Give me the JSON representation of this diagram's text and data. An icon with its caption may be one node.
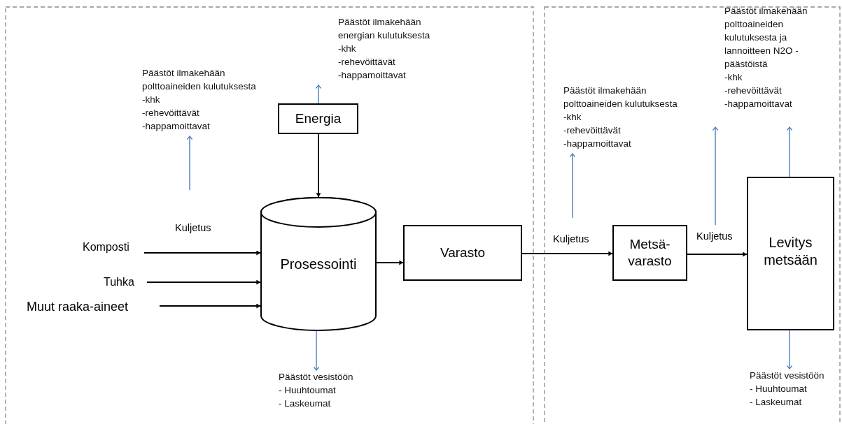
{
  "diagram": {
    "nodes": [
      {
        "text": [
          "Päästöt ilmakehään polttoaineiden kulutuksesta",
          "-khk",
          "-rehevöittävät",
          "-happamoittavat"
        ]
      },
      {
        "text": [
          "Päästöt ilmakehään energian kulutuksesta",
          "-khk",
          "-rehevöittävät",
          "-happamoittavat"
        ]
      },
      {
        "text": [
          "Energia"
        ]
      },
      {
        "text": [
          "Komposti"
        ]
      },
      {
        "text": [
          "Tuhka"
        ]
      },
      {
        "text": [
          "Muut raaka-aineet"
        ]
      },
      {
        "text": [
          "Prosessointi"
        ]
      },
      {
        "text": [
          "Varasto"
        ]
      },
      {
        "text": [
          "Päästöt vesistöön",
          "- Huuhtoumat",
          "- Laskeumat"
        ]
      },
      {
        "text": [
          "Päästöt ilmakehään polttoaineiden kulutuksesta",
          "-khk",
          "-rehevöittävät",
          "-happamoittavat"
        ]
      },
      {
        "text": [
          "Metsä-varasto"
        ]
      },
      {
        "text": [
          "Päästöt ilmakehään polttoaineiden kulutuksesta ja lannoitteen N2O -päästöistä",
          "-khk",
          "-rehevöittävät",
          "-happamoittavat"
        ]
      },
      {
        "text": [
          "Levitys metsään"
        ]
      },
      {
        "text": [
          "Päästöt vesistöön",
          "- Huuhtoumat",
          "- Laskeumat"
        ]
      }
    ],
    "edges": [
      {
        "from": null,
        "to": 0,
        "arrow": "to",
        "color": "#4a7ebb"
      },
      {
        "from": 2,
        "to": 1,
        "arrow": "to",
        "color": "#4a7ebb"
      },
      {
        "from": 2,
        "to": 6,
        "arrow": "to",
        "color": "#000000"
      },
      {
        "from": 3,
        "to": 6,
        "arrow": "to",
        "label": "Kuljetus",
        "color": "#000000"
      },
      {
        "from": 4,
        "to": 6,
        "arrow": "to",
        "color": "#000000"
      },
      {
        "from": 5,
        "to": 6,
        "arrow": "to",
        "color": "#000000"
      },
      {
        "from": 6,
        "to": 8,
        "arrow": "to",
        "color": "#4a7ebb"
      },
      {
        "from": 6,
        "to": 7,
        "arrow": "to",
        "color": "#000000"
      },
      {
        "from": 7,
        "to": 10,
        "arrow": "to",
        "label": "Kuljetus",
        "color": "#000000"
      },
      {
        "from": null,
        "to": 9,
        "arrow": "to",
        "color": "#4a7ebb"
      },
      {
        "from": 10,
        "to": 12,
        "arrow": "to",
        "label": "Kuljetus",
        "color": "#000000"
      },
      {
        "from": null,
        "to": 11,
        "arrow": "to",
        "color": "#4a7ebb"
      },
      {
        "from": 12,
        "to": 11,
        "arrow": "to",
        "color": "#4a7ebb"
      },
      {
        "from": 12,
        "to": 13,
        "arrow": "to",
        "color": "#4a7ebb"
      }
    ]
  }
}
